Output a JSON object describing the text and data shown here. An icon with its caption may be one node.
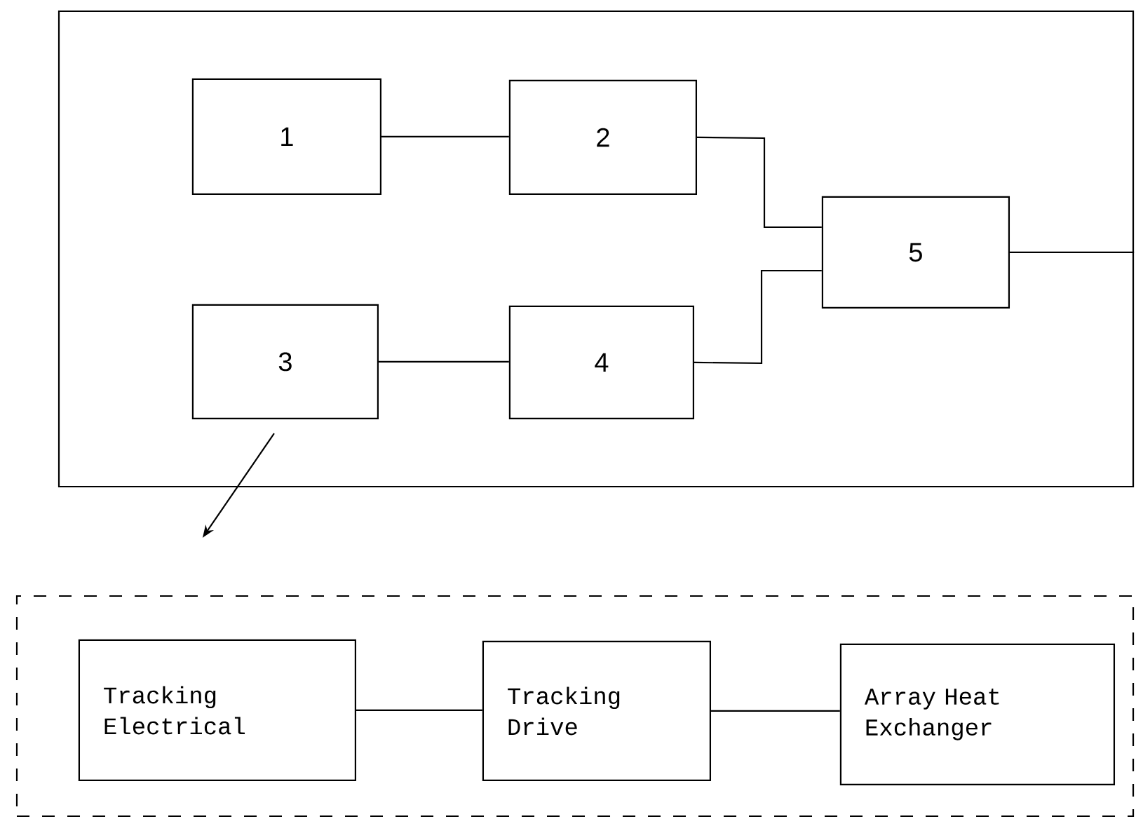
{
  "diagram": {
    "nodes": [
      {
        "text": [],
        "shape": "box"
      },
      {
        "text": [
          "1"
        ],
        "in": 0
      },
      {
        "text": [
          "2"
        ],
        "in": 0
      },
      {
        "text": [
          "3"
        ],
        "in": 0
      },
      {
        "text": [
          "4"
        ],
        "in": 0
      },
      {
        "text": [
          "5"
        ],
        "in": 0
      },
      {
        "text": [],
        "shape": "box"
      },
      {
        "text": [
          "Tracking Electrical"
        ],
        "in": 6
      },
      {
        "text": [
          "Tracking Drive"
        ],
        "in": 6
      },
      {
        "text": [
          "Array Heat Exchanger"
        ],
        "in": 6
      }
    ],
    "edges": [
      {
        "from": 1,
        "to": 2,
        "arrow": "none"
      },
      {
        "from": 2,
        "to": 5,
        "arrow": "none"
      },
      {
        "from": 3,
        "to": 4,
        "arrow": "none"
      },
      {
        "from": 4,
        "to": 5,
        "arrow": "none"
      },
      {
        "from": 5,
        "to": 0,
        "arrow": "none"
      },
      {
        "from": 3,
        "to": 6,
        "arrow": "to"
      },
      {
        "from": 7,
        "to": 8,
        "arrow": "none"
      },
      {
        "from": 8,
        "to": 9,
        "arrow": "none"
      }
    ]
  }
}
